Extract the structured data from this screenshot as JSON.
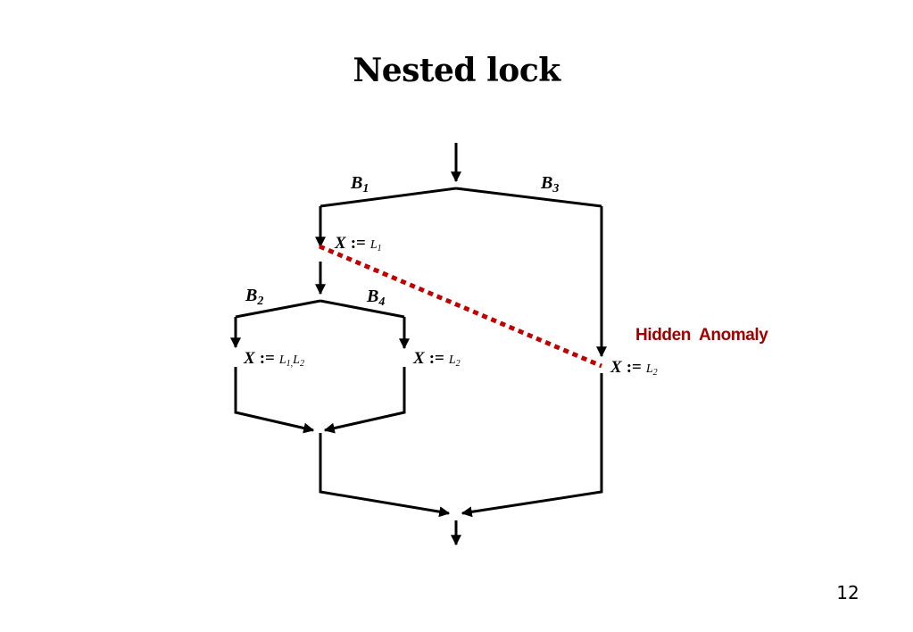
{
  "title": "Nested lock",
  "page_number": "12",
  "branches": {
    "b1": {
      "letter": "B",
      "sub": "1"
    },
    "b3": {
      "letter": "B",
      "sub": "3"
    },
    "b2": {
      "letter": "B",
      "sub": "2"
    },
    "b4": {
      "letter": "B",
      "sub": "4"
    }
  },
  "assignments": {
    "x_l1": {
      "var": "X",
      "op": ":=",
      "l1": "L",
      "l1_sub": "1"
    },
    "x_l1_l2": {
      "var": "X",
      "op": ":=",
      "l1": "L",
      "l1_sub": "1,",
      "l2": "L",
      "l2_sub": "2"
    },
    "x_l2_b4": {
      "var": "X",
      "op": ":=",
      "l1": "L",
      "l1_sub": "2"
    },
    "x_l2_b3": {
      "var": "X",
      "op": ":=",
      "l1": "L",
      "l1_sub": "2"
    }
  },
  "anomaly": {
    "label": "Hidden  Anomaly",
    "color": "#a00000"
  },
  "colors": {
    "line": "#000000",
    "dotted": "#c00000"
  }
}
